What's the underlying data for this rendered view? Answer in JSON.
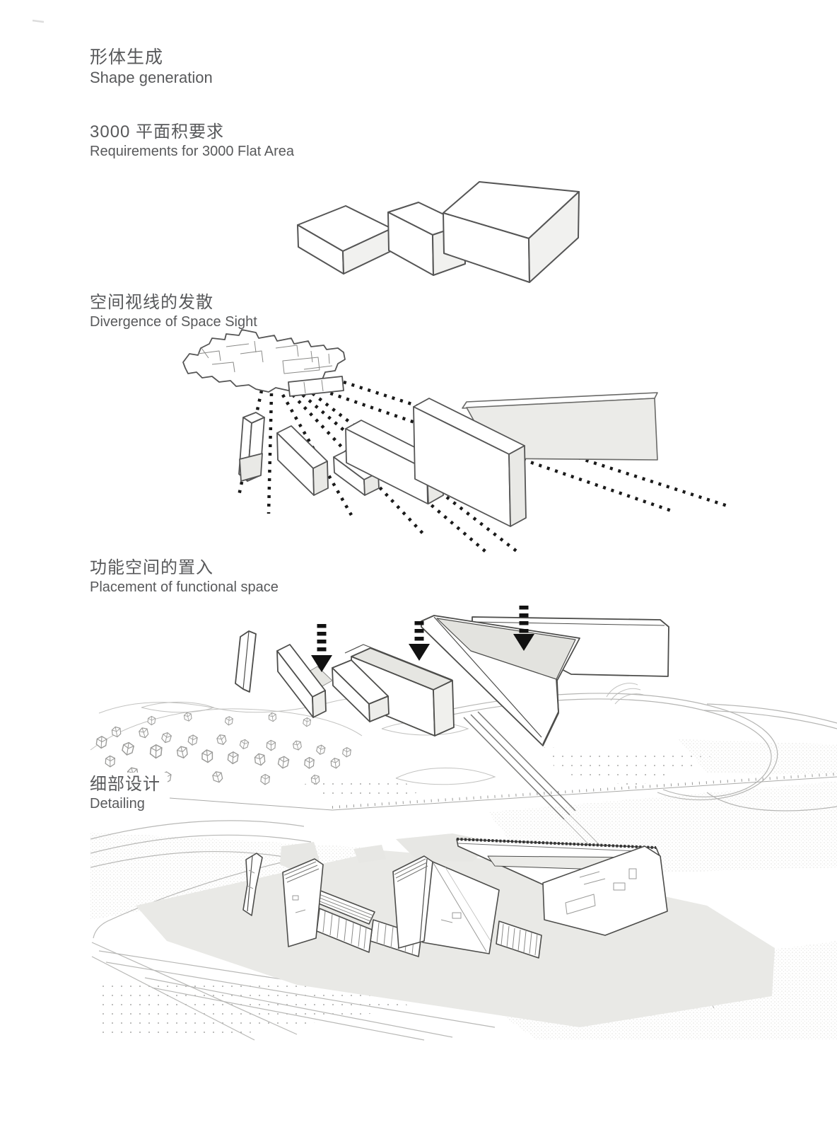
{
  "page": {
    "title_zh": "形体生成",
    "title_en": "Shape generation",
    "background": "#ffffff",
    "text_color": "#58595b",
    "ink": "#4a4a4a",
    "site_line": "#b5b5b3",
    "shade_fill": "#e9e9e6",
    "arrow_black": "#111111"
  },
  "sections": [
    {
      "zh": "3000 平面积要求",
      "en": "Requirements for 3000 Flat Area"
    },
    {
      "zh": "空间视线的发散",
      "en": "Divergence of Space Sight"
    },
    {
      "zh": "功能空间的置入",
      "en": "Placement of functional space"
    },
    {
      "zh": "细部设计",
      "en": "Detailing"
    }
  ],
  "figures": {
    "massing": {
      "label": "Three massing volumes for 3000 flat area"
    },
    "divergence": {
      "label": "Village cluster with dotted sight lines radiating toward five slab volumes"
    },
    "placement": {
      "label": "Zigzag slab volumes with black insertion arrows over site plan"
    },
    "detailing": {
      "label": "Detailed zigzag building axonometric on site plan with plaza and roads"
    }
  }
}
